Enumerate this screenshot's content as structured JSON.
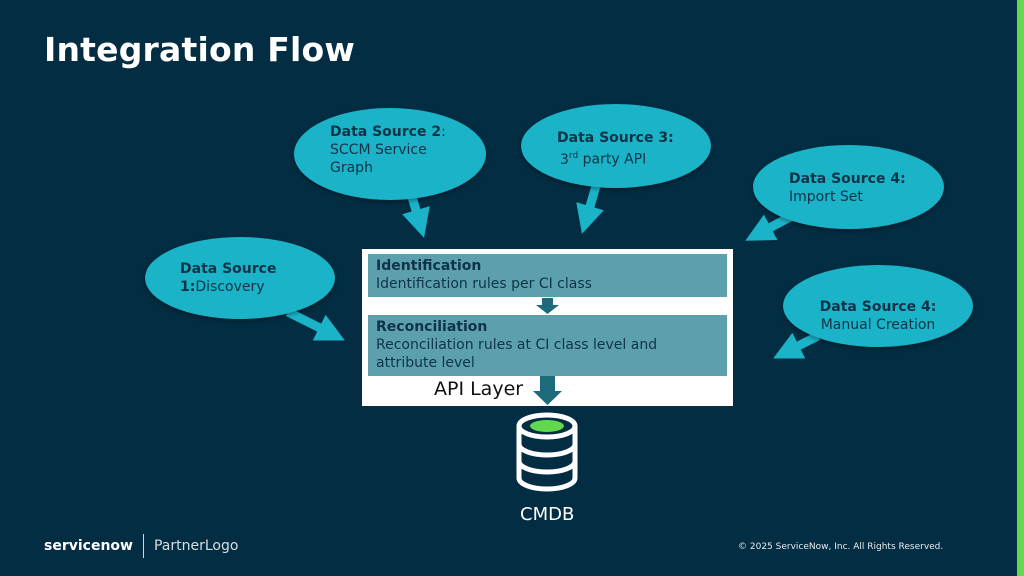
{
  "title": "Integration Flow",
  "sources": [
    {
      "id": "ds1",
      "title": "Data Source",
      "line2_bold": "1:",
      "line2_rest": "Discovery"
    },
    {
      "id": "ds2",
      "title": "Data Source 2",
      "title_suffix": ":",
      "line2": "SCCM Service",
      "line3": "Graph"
    },
    {
      "id": "ds3",
      "title": "Data Source 3:",
      "line2_base": "3",
      "line2_sup": "rd",
      "line2_rest": " party API"
    },
    {
      "id": "ds4a",
      "title": "Data Source 4:",
      "line2": "Import Set"
    },
    {
      "id": "ds4b",
      "title": "Data Source 4:",
      "line2": "Manual Creation"
    }
  ],
  "stages": [
    {
      "title": "Identification",
      "desc": "Identification rules per CI class"
    },
    {
      "title": "Reconciliation",
      "desc": "Reconciliation rules at CI class level and attribute level"
    }
  ],
  "api_layer": "API Layer",
  "cmdb": "CMDB",
  "footer": {
    "brand": "servicenow",
    "partner": "PartnerLogo",
    "copyright": "© 2025 ServiceNow, Inc. All Rights Reserved."
  },
  "colors": {
    "background": "#032d42",
    "bubble": "#1ab3c8",
    "stage": "#5da0ad",
    "accent": "#62d84e",
    "arrow": "#1ab3c8",
    "arrow_dark": "#1d6b7a"
  },
  "icons": [
    "database-icon"
  ]
}
